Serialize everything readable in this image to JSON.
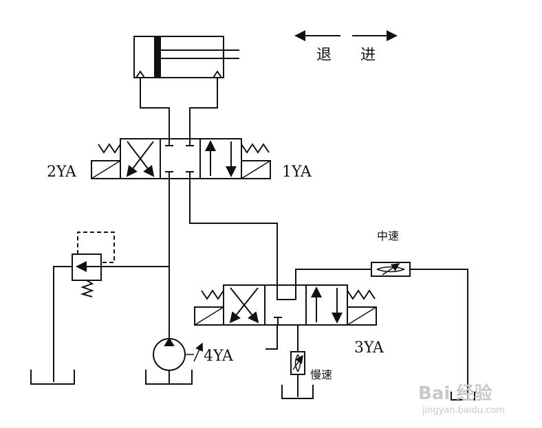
{
  "labels": {
    "retreat": "退",
    "advance": "进",
    "solenoid_2": "2YA",
    "solenoid_1": "1YA",
    "solenoid_3": "3YA",
    "solenoid_4": "4YA",
    "medium_speed": "中速",
    "slow_speed": "慢速"
  },
  "watermark": {
    "brand": "Bai 经验",
    "url": "jingyan.baidu.com"
  },
  "colors": {
    "line": "#111111",
    "background": "#ffffff",
    "watermark": "#c8c8c8"
  }
}
